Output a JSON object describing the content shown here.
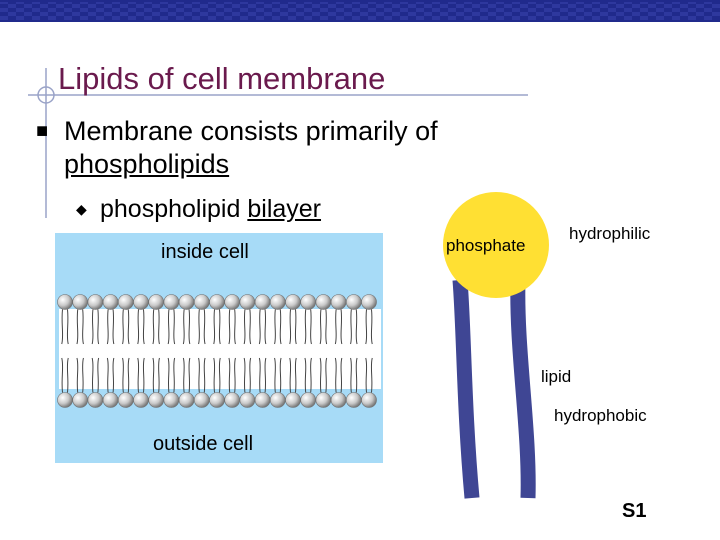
{
  "slide": {
    "title": "Lipids of cell membrane",
    "bullet_1": {
      "text_before": "Membrane consists primarily of",
      "text_underlined": "phospholipids"
    },
    "bullet_2": {
      "text": "phospholipid",
      "text_underlined": "bilayer"
    },
    "slide_number": "S1"
  },
  "membrane_diagram": {
    "inside_label": "inside cell",
    "outside_label": "outside cell",
    "heads_per_layer": 21
  },
  "phospholipid_diagram": {
    "head_label": "phosphate",
    "tail_label": "lipid",
    "head_property": "hydrophilic",
    "tail_property": "hydrophobic"
  },
  "colors": {
    "top_bar": "#202a8c",
    "title": "#6a1a4d",
    "membrane_background": "#a7dbf7",
    "phosphate_head": "#ffe033",
    "lipid_tail": "#3f4694"
  }
}
